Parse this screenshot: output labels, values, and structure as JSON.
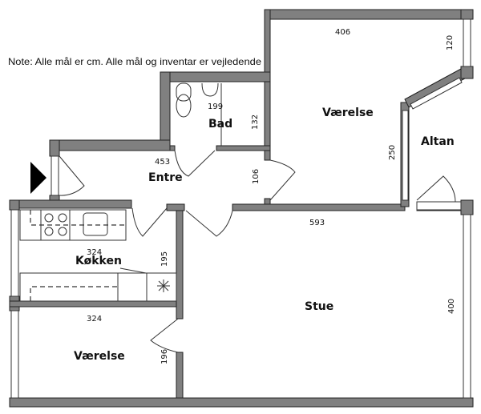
{
  "note": "Note: Alle mål er cm. Alle mål og inventar er vejledende",
  "rooms": {
    "bad": {
      "label": "Bad",
      "dim_w": "199",
      "dim_h": "132"
    },
    "entre": {
      "label": "Entre",
      "dim_w": "453",
      "dim_h": "106"
    },
    "vaerelse_top": {
      "label": "Værelse",
      "dim_w": "406",
      "dim_h": "250"
    },
    "altan": {
      "label": "Altan",
      "dim_h": "120"
    },
    "kokken": {
      "label": "Køkken",
      "dim_w": "324",
      "dim_h": "195"
    },
    "stue": {
      "label": "Stue",
      "dim_w": "593",
      "dim_h": "400"
    },
    "vaerelse_bottom": {
      "label": "Værelse",
      "dim_w": "324",
      "dim_h": "196"
    }
  }
}
